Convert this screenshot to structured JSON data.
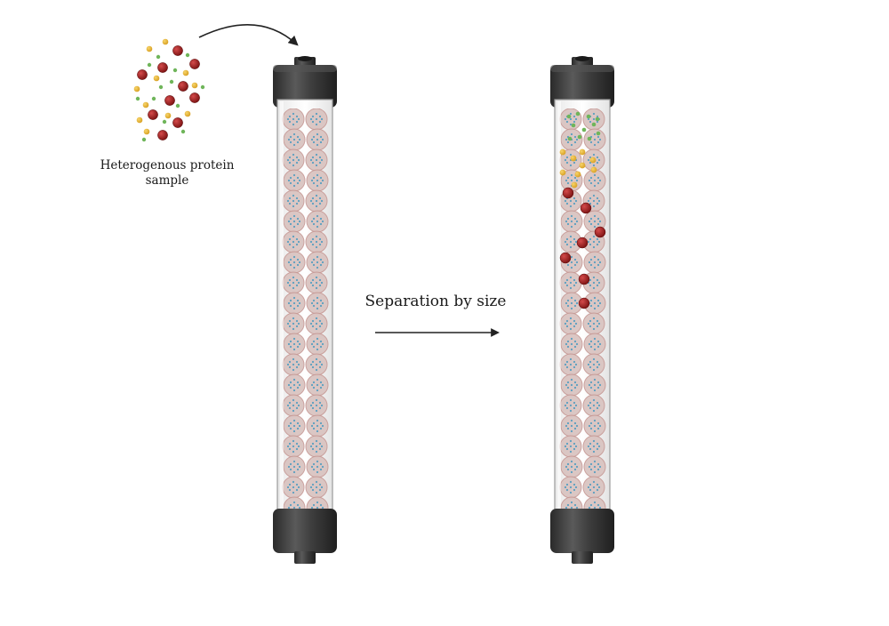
{
  "labels": {
    "sample_line1": "Heterogenous protein",
    "sample_line2": "sample",
    "separation": "Separation by size"
  },
  "colors": {
    "large_protein": "#9c1d1d",
    "medium_protein": "#e8b93a",
    "small_protein": "#6fb55a",
    "bead_fill": "#d9c3c0",
    "bead_stroke": "#c79a96",
    "bead_pore": "#5a9fc0",
    "cap": "#3a3a3a",
    "arrow": "#222222"
  },
  "icons": {
    "input_arrow": "curved-arrow-icon",
    "process_arrow": "right-arrow-icon"
  }
}
